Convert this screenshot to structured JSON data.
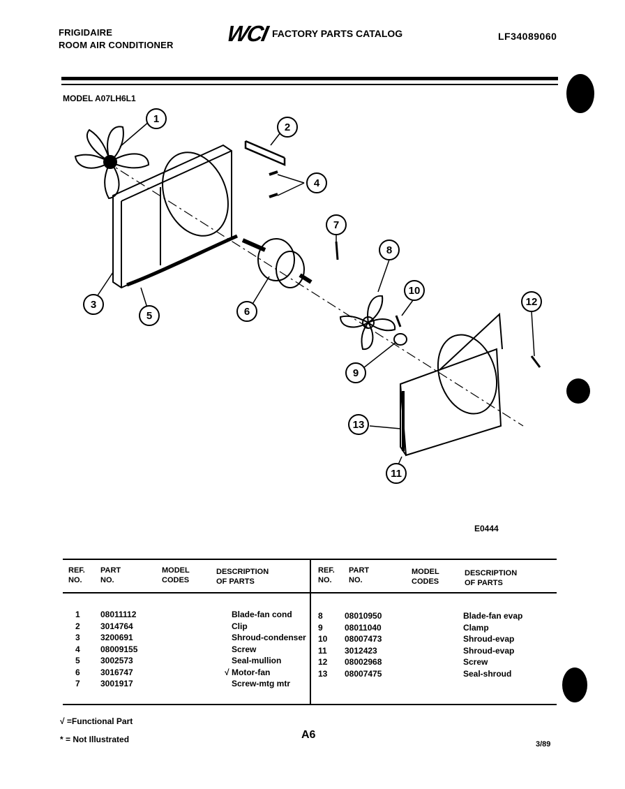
{
  "header": {
    "brand": "FRIGIDAIRE",
    "product": "ROOM AIR CONDITIONER",
    "logo": "WCI",
    "catalog_title": "FACTORY PARTS CATALOG",
    "catalog_number": "LF34089060"
  },
  "model_label": "MODEL A07LH6L1",
  "diagram": {
    "callouts": [
      "1",
      "2",
      "3",
      "4",
      "5",
      "6",
      "7",
      "8",
      "9",
      "10",
      "11",
      "12",
      "13"
    ],
    "code": "E0444"
  },
  "table": {
    "headers": {
      "ref": [
        "REF.",
        "NO."
      ],
      "part": [
        "PART",
        "NO."
      ],
      "model": [
        "MODEL",
        "CODES"
      ],
      "desc": [
        "DESCRIPTION",
        "OF PARTS"
      ]
    },
    "left_rows": [
      {
        "ref": "1",
        "part": "08011112",
        "flag": "",
        "desc": "Blade-fan cond"
      },
      {
        "ref": "2",
        "part": "3014764",
        "flag": "",
        "desc": "Clip"
      },
      {
        "ref": "3",
        "part": "3200691",
        "flag": "",
        "desc": "Shroud-condenser"
      },
      {
        "ref": "4",
        "part": "08009155",
        "flag": "",
        "desc": "Screw"
      },
      {
        "ref": "5",
        "part": "3002573",
        "flag": "",
        "desc": "Seal-mullion"
      },
      {
        "ref": "6",
        "part": "3016747",
        "flag": "√",
        "desc": "Motor-fan"
      },
      {
        "ref": "7",
        "part": "3001917",
        "flag": "",
        "desc": "Screw-mtg mtr"
      }
    ],
    "right_rows": [
      {
        "ref": "8",
        "part": "08010950",
        "flag": "",
        "desc": "Blade-fan evap"
      },
      {
        "ref": "9",
        "part": "08011040",
        "flag": "",
        "desc": "Clamp"
      },
      {
        "ref": "10",
        "part": "08007473",
        "flag": "",
        "desc": "Shroud-evap"
      },
      {
        "ref": "11",
        "part": "3012423",
        "flag": "",
        "desc": "Shroud-evap"
      },
      {
        "ref": "12",
        "part": "08002968",
        "flag": "",
        "desc": "Screw"
      },
      {
        "ref": "13",
        "part": "08007475",
        "flag": "",
        "desc": "Seal-shroud"
      }
    ]
  },
  "footer": {
    "functional_note": "√ =Functional Part",
    "not_illustrated_note": "* = Not Illustrated",
    "page": "A6",
    "date": "3/89"
  }
}
